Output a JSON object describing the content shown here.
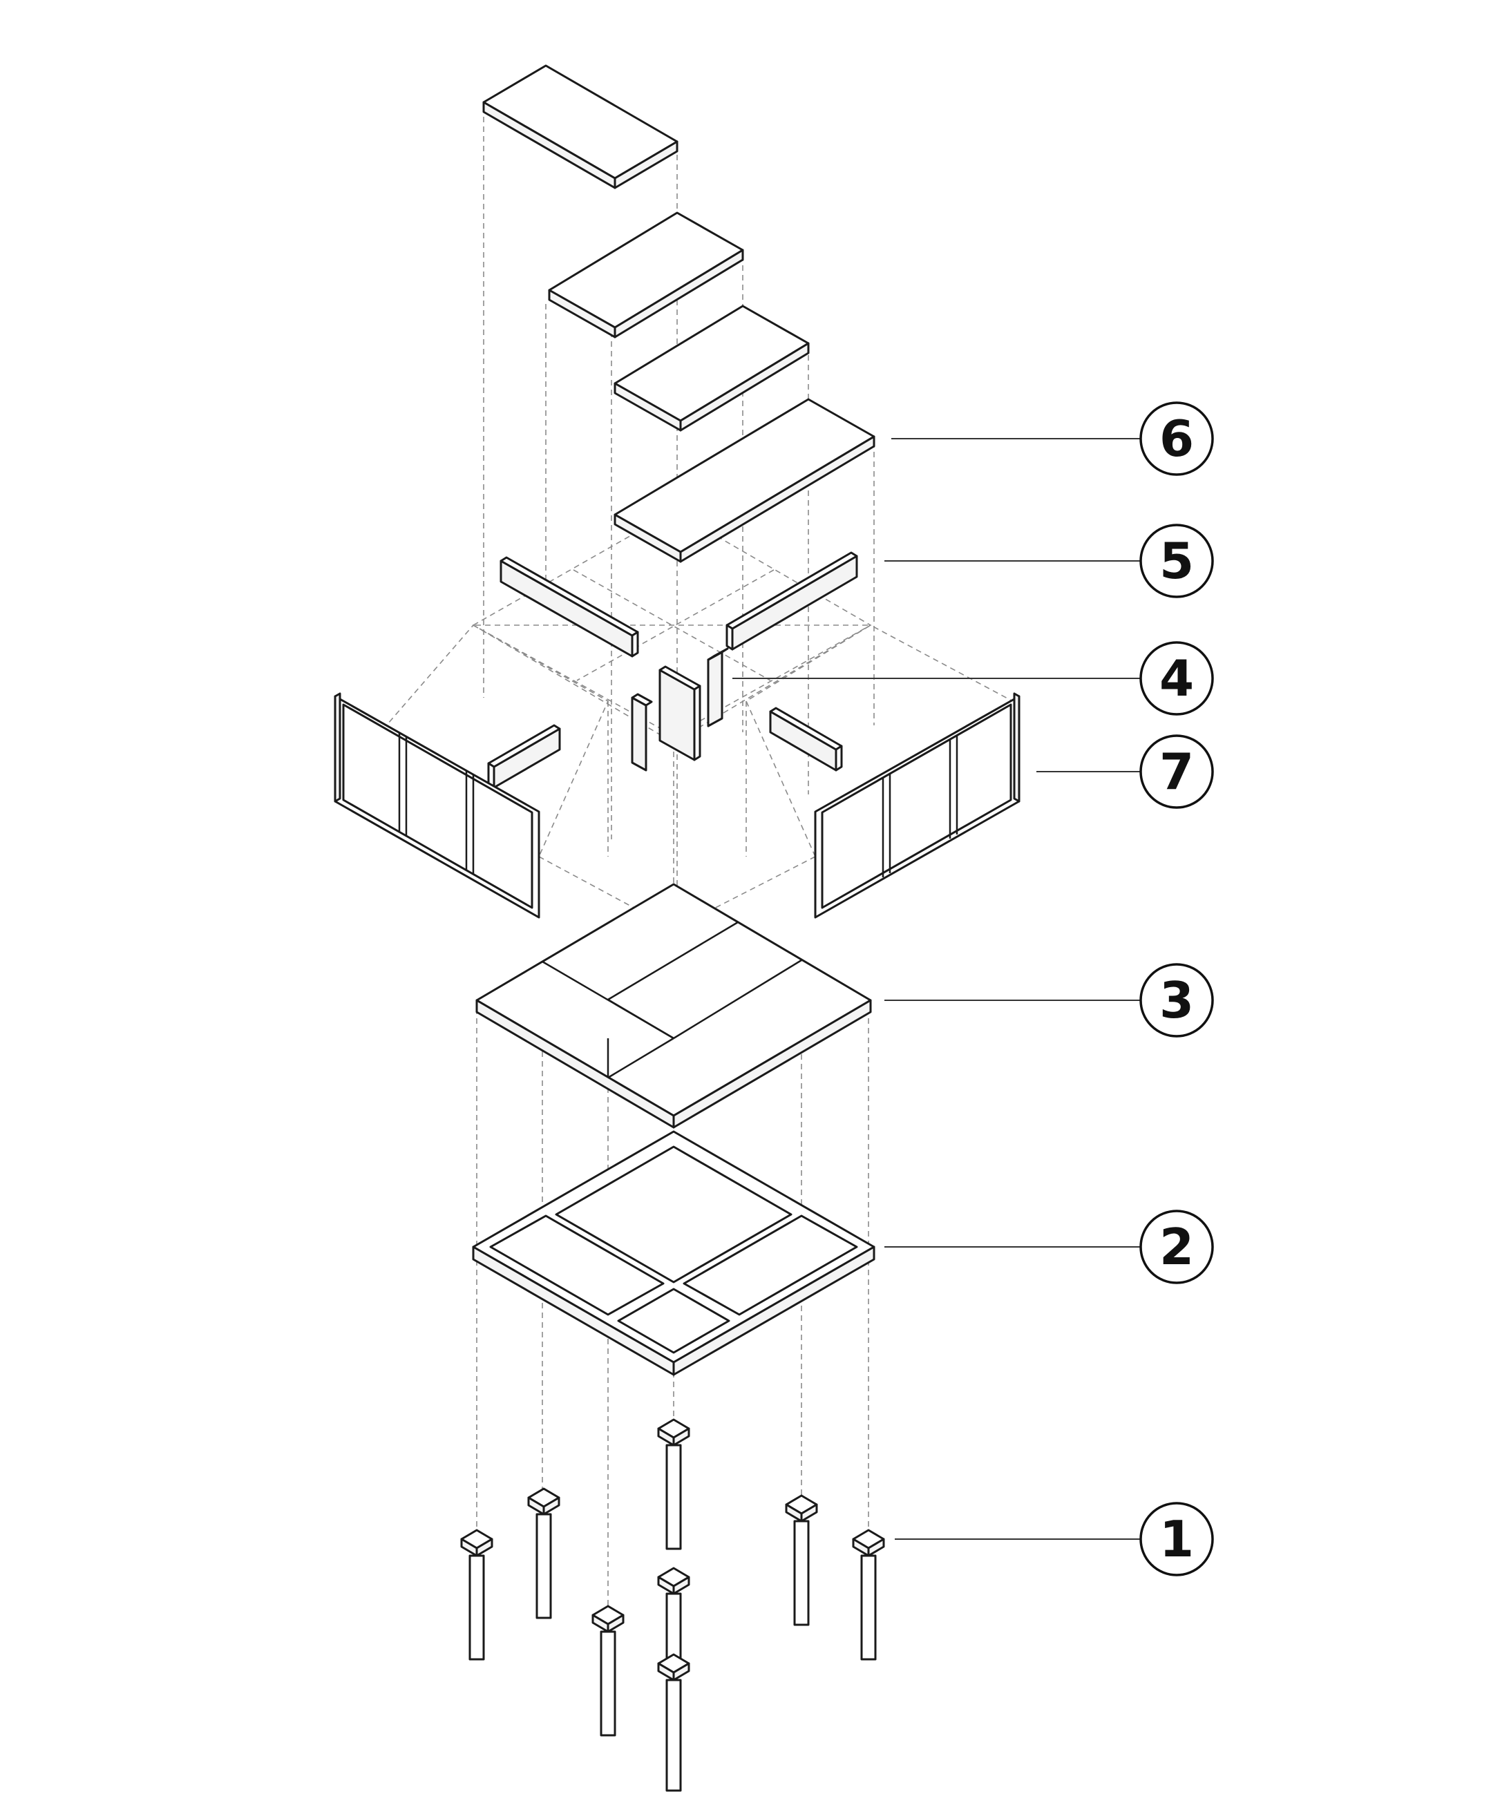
{
  "diagram": {
    "type": "exploded-axonometric",
    "line_color": "#1a1a1a",
    "guide_line_color": "#8a8a8a",
    "callouts": [
      {
        "id": "1",
        "label": "1",
        "part": "piles"
      },
      {
        "id": "2",
        "label": "2",
        "part": "floor-frame"
      },
      {
        "id": "3",
        "label": "3",
        "part": "floor-deck"
      },
      {
        "id": "4",
        "label": "4",
        "part": "center-posts"
      },
      {
        "id": "5",
        "label": "5",
        "part": "wall-beams"
      },
      {
        "id": "6",
        "label": "6",
        "part": "stair-slabs"
      },
      {
        "id": "7",
        "label": "7",
        "part": "frame-walls"
      }
    ]
  }
}
